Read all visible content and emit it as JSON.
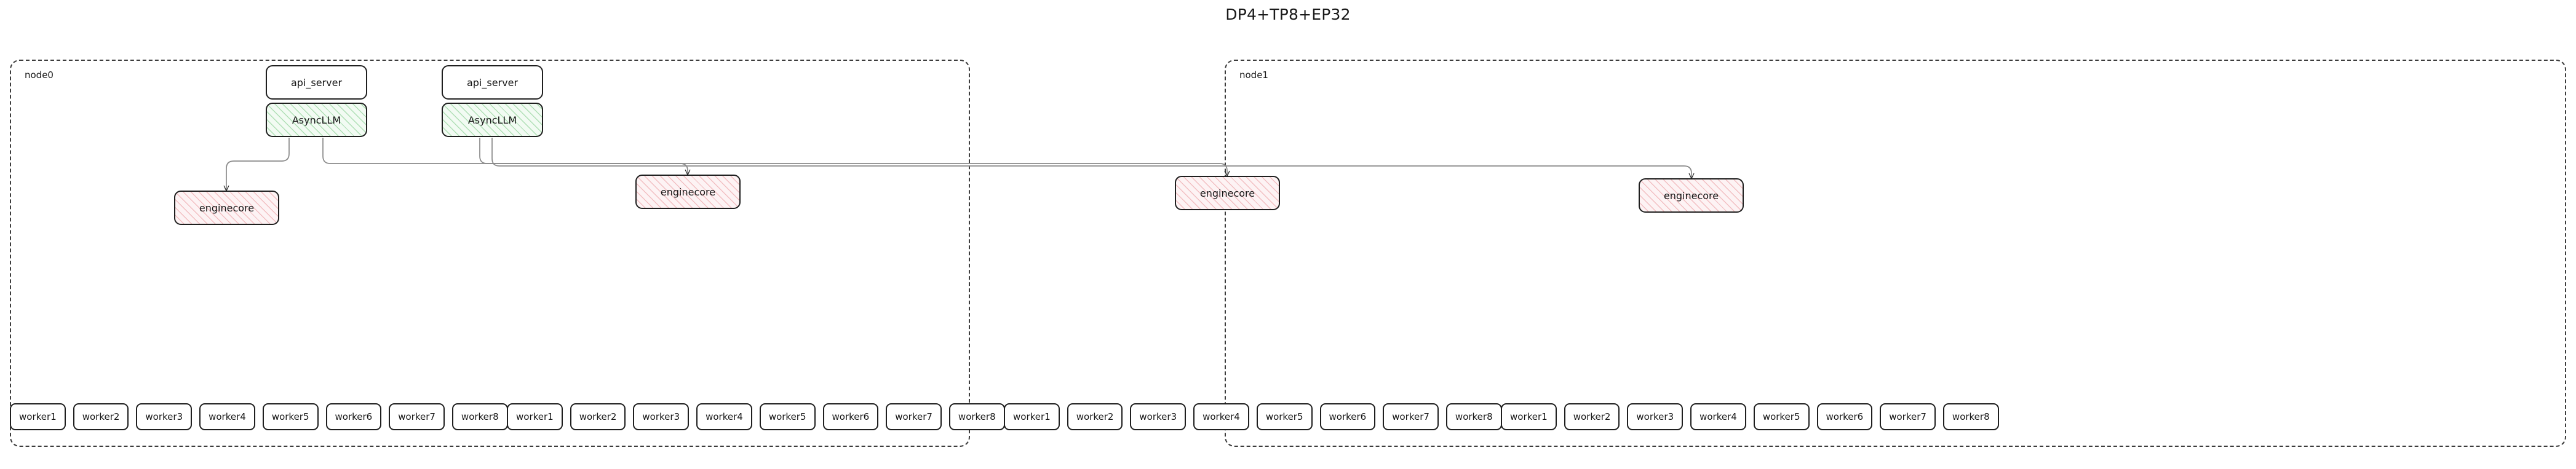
{
  "title": "DP4+TP8+EP32",
  "nodes": [
    {
      "label": "node0",
      "api_servers": [
        {
          "label": "api_server"
        },
        {
          "label": "api_server"
        }
      ],
      "async_llms": [
        {
          "label": "AsyncLLM"
        },
        {
          "label": "AsyncLLM"
        }
      ],
      "enginecores": [
        {
          "label": "enginecore"
        },
        {
          "label": "enginecore"
        }
      ],
      "worker_groups": [
        {
          "workers": [
            "worker1",
            "worker2",
            "worker3",
            "worker4",
            "worker5",
            "worker6",
            "worker7",
            "worker8"
          ]
        },
        {
          "workers": [
            "worker1",
            "worker2",
            "worker3",
            "worker4",
            "worker5",
            "worker6",
            "worker7",
            "worker8"
          ]
        }
      ]
    },
    {
      "label": "node1",
      "api_servers": [],
      "async_llms": [],
      "enginecores": [
        {
          "label": "enginecore"
        },
        {
          "label": "enginecore"
        }
      ],
      "worker_groups": [
        {
          "workers": [
            "worker1",
            "worker2",
            "worker3",
            "worker4",
            "worker5",
            "worker6",
            "worker7",
            "worker8"
          ]
        },
        {
          "workers": [
            "worker1",
            "worker2",
            "worker3",
            "worker4",
            "worker5",
            "worker6",
            "worker7",
            "worker8"
          ]
        }
      ]
    }
  ],
  "colors": {
    "async_llm_fill": "#f2fbf3",
    "async_llm_hatch": "#78c882",
    "enginecore_fill": "#fdf3f4",
    "enginecore_hatch": "#e88c91",
    "box_stroke": "#1f1f1f",
    "panel_stroke": "#3c3c3c",
    "edge_stroke": "#8a8a8a",
    "text": "#151515",
    "background": "#ffffff"
  },
  "edges": {
    "count": 4,
    "description": "AsyncLLM instances fan out to enginecore instances across node0 and node1"
  }
}
